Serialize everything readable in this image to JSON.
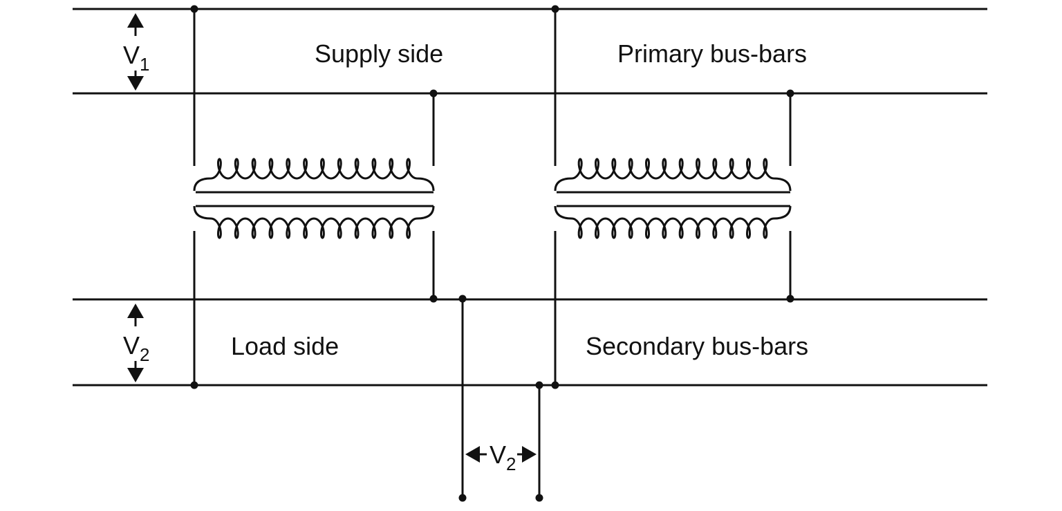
{
  "labels": {
    "supply_side": "Supply side",
    "primary_bus_bars": "Primary bus-bars",
    "load_side": "Load side",
    "secondary_bus_bars": "Secondary bus-bars",
    "v1_main": "V",
    "v1_sub": "1",
    "v2_main": "V",
    "v2_sub": "2",
    "v2b_main": "V",
    "v2b_sub": "2"
  },
  "coil_turns": 12,
  "line_color": "#111111"
}
